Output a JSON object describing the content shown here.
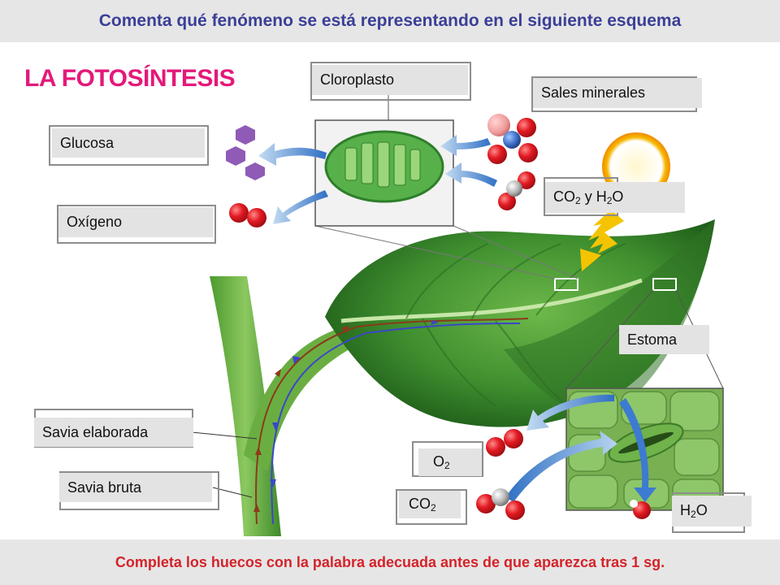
{
  "header": {
    "question": "Comenta qué fenómeno se está representando en el siguiente esquema"
  },
  "title": "LA FOTOSÍNTESIS",
  "labels": {
    "cloroplasto": "Cloroplasto",
    "sales": "Sales minerales",
    "glucosa": "Glucosa",
    "oxigeno": "Oxígeno",
    "co2_h2o": {
      "a": "CO",
      "sub1": "2",
      "b": " y H",
      "sub2": "2",
      "c": "O"
    },
    "estoma": "Estoma",
    "savia_elaborada": "Savia elaborada",
    "savia_bruta": "Savia bruta",
    "o2": {
      "a": "O",
      "sub": "2"
    },
    "co2": {
      "a": "CO",
      "sub": "2"
    },
    "h2o": {
      "a": "H",
      "sub": "2",
      "b": "O"
    }
  },
  "footer": {
    "instruction": "Completa los huecos con la palabra adecuada antes de que aparezca tras 1 sg."
  },
  "colors": {
    "title": "#e4197a",
    "header_text": "#3b3f97",
    "footer_text": "#d4232a",
    "banner_bg": "#e6e6e6"
  }
}
